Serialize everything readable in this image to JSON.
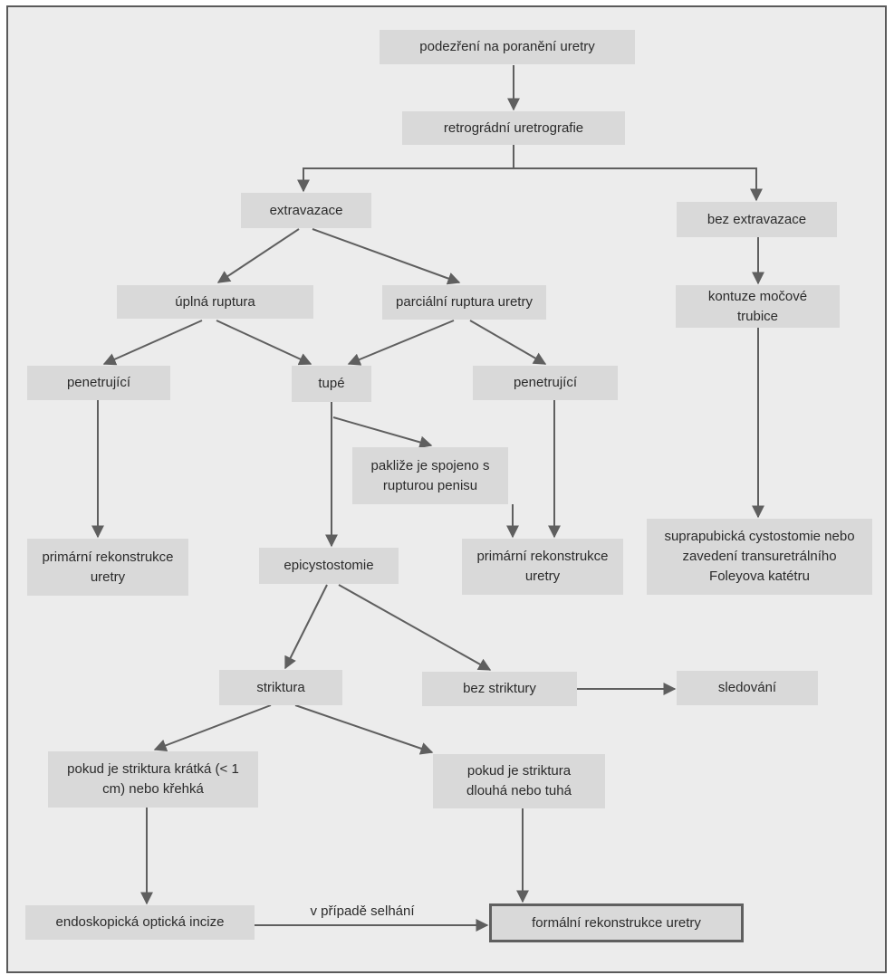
{
  "colors": {
    "background": "#ececec",
    "box": "#d9d9d9",
    "line": "#5f5f5f",
    "frame": "#5a5a5a",
    "text": "#2b2b2b"
  },
  "nodes": {
    "suspicion": "podezření na poranění uretry",
    "retrograde": "retrográdní uretrografie",
    "extravasation": "extravazace",
    "no_extravasation": "bez extravazace",
    "complete_rupture": "úplná ruptura",
    "partial_rupture": "parciální ruptura uretry",
    "contusion": "kontuze močové trubice",
    "penetrating_left": "penetrující",
    "blunt": "tupé",
    "penetrating_right": "penetrující",
    "penile_rupture": "pakliže je spojeno s rupturou penisu",
    "primary_recon_left": "primární rekonstrukce uretry",
    "epicystostomy": "epicystostomie",
    "primary_recon_right": "primární rekonstrukce uretry",
    "suprapubic": "suprapubická cystostomie nebo zavedení transuretrálního Foleyova katétru",
    "stricture": "striktura",
    "no_stricture": "bez striktury",
    "follow_up": "sledování",
    "short_stricture": "pokud je striktura krátká (< 1 cm) nebo křehká",
    "long_stricture": "pokud je striktura dlouhá nebo tuhá",
    "endoscopic": "endoskopická optická incize",
    "formal_recon": "formální rekonstrukce uretry"
  },
  "edge_labels": {
    "on_failure": "v případě selhání"
  }
}
